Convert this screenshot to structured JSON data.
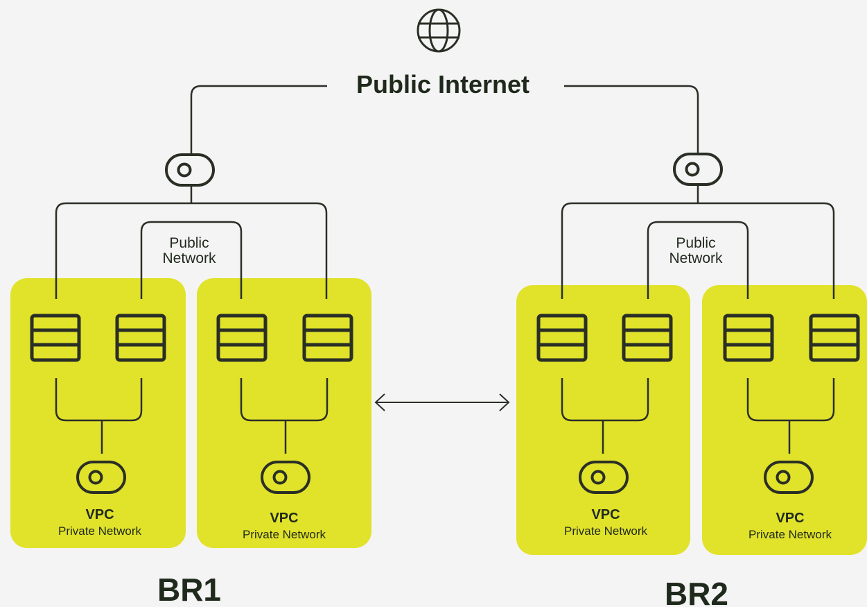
{
  "colors": {
    "background": "#f4f4f4",
    "vpc_fill": "#e1e22a",
    "line": "#2a2f26",
    "text": "#1f2a1c"
  },
  "internet": {
    "icon": "globe-icon",
    "label": "Public Internet"
  },
  "regions": [
    {
      "name": "BR1",
      "gateway_icon": "toggle-gateway-icon",
      "network_label_line1": "Public",
      "network_label_line2": "Network",
      "vpcs": [
        {
          "title": "VPC",
          "subtitle": "Private Network",
          "server_icon": "server-stack-icon",
          "gateway_icon": "toggle-gateway-icon"
        },
        {
          "title": "VPC",
          "subtitle": "Private Network",
          "server_icon": "server-stack-icon",
          "gateway_icon": "toggle-gateway-icon"
        }
      ]
    },
    {
      "name": "BR2",
      "gateway_icon": "toggle-gateway-icon",
      "network_label_line1": "Public",
      "network_label_line2": "Network",
      "vpcs": [
        {
          "title": "VPC",
          "subtitle": "Private Network",
          "server_icon": "server-stack-icon",
          "gateway_icon": "toggle-gateway-icon"
        },
        {
          "title": "VPC",
          "subtitle": "Private Network",
          "server_icon": "server-stack-icon",
          "gateway_icon": "toggle-gateway-icon"
        }
      ]
    }
  ],
  "peering": {
    "icon": "double-arrow-icon"
  }
}
